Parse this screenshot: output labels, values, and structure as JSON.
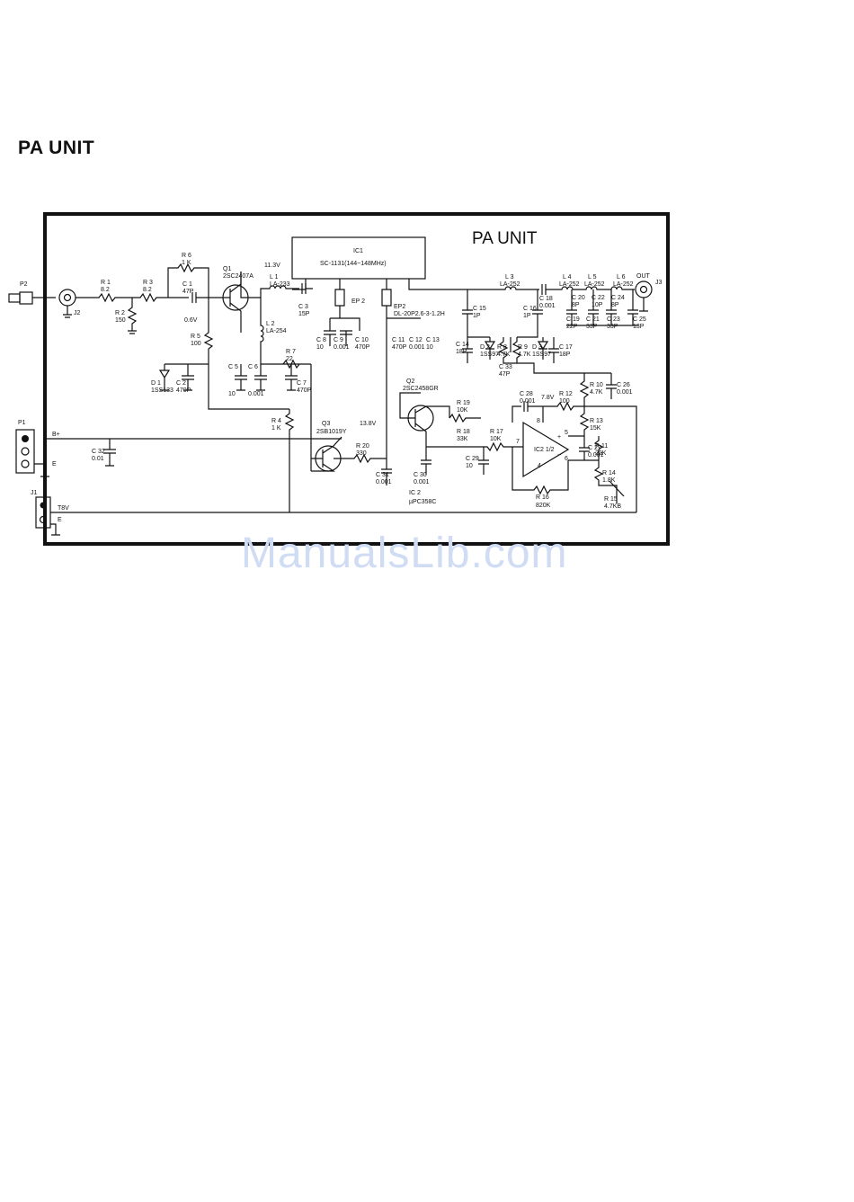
{
  "page": {
    "title": "PA UNIT",
    "watermark": "ManualsLib.com"
  },
  "diagram": {
    "unit_title": "PA UNIT",
    "ic1": {
      "ref": "IC1",
      "part": "SC-1131(144~148MHz)"
    },
    "q1": {
      "ref": "Q1",
      "part": "2SC2407A"
    },
    "q2": {
      "ref": "Q2",
      "part": "2SC2458GR"
    },
    "q3": {
      "ref": "Q3",
      "part": "2SB1019Y"
    },
    "ic2": {
      "ref": "IC 2",
      "part": "µPC358C",
      "inner": "IC2 1/2"
    },
    "ep2": {
      "ref": "EP2",
      "part": "DL-20P2.6-3-1.2H"
    },
    "connectors": {
      "p1": "P1",
      "p2": "P2",
      "j1": "J1",
      "j2": "J2",
      "j3": "J3",
      "out": "OUT",
      "bplus": "B+",
      "e1": "E",
      "e2": "E",
      "t8v": "T8V"
    },
    "voltages": {
      "v113": "11.3V",
      "v06": "0.6V",
      "v138": "13.8V",
      "v78": "7.8V"
    },
    "pins": {
      "p8": "8",
      "p5": "5",
      "p7": "7",
      "p6": "6",
      "p4": "4",
      "plus": "+",
      "minus": "−"
    },
    "components": {
      "r1": "R 1",
      "r1v": "8.2",
      "r2": "R 2",
      "r2v": "150",
      "r3": "R 3",
      "r3v": "8.2",
      "r6": "R 6",
      "r6v": "1 K",
      "c1": "C 1",
      "c1v": "47P",
      "r5": "R 5",
      "r5v": "100",
      "d1": "D 1",
      "d1v": "1SS133",
      "c2": "C 2",
      "c2v": "470P",
      "l1": "L 1",
      "l1v": "LA-233",
      "l2": "L 2",
      "l2v": "LA-254",
      "c3": "C 3",
      "c3v": "15P",
      "c5": "C 5",
      "c5v": "10",
      "c6": "C 6",
      "c6v": "0.001",
      "r7": "R 7",
      "r7v": "22",
      "c7": "C 7",
      "c7v": "470P",
      "c8": "C 8",
      "c8v": "10",
      "c9": "C 9",
      "c9v": "0.001",
      "c10": "C 10",
      "c10v": "470P",
      "c11": "C 11",
      "c11v": "470P",
      "c12": "C 12",
      "c12v": "0.001",
      "c13": "C 13",
      "c13v": "10",
      "ep": "EP 2",
      "l3": "L 3",
      "l3v": "LA-252",
      "c15": "C 15",
      "c15v": "1P",
      "c14": "C 14",
      "c14v": "18P",
      "d2": "D 2",
      "d2v": "1SS97",
      "r8": "R 8",
      "r8v": "4.7K",
      "c33": "C 33",
      "c33v": "47P",
      "r9": "R 9",
      "r9v": "4.7K",
      "d3": "D 3",
      "d3v": "1SS97",
      "c16": "C 16",
      "c16v": "1P",
      "c17": "C 17",
      "c17v": "18P",
      "c18": "C 18",
      "c18v": "0.001",
      "l4": "L 4",
      "l4v": "LA-252",
      "l5": "L 5",
      "l5v": "LA-252",
      "l6": "L 6",
      "l6v": "LA-252",
      "c19": "C 19",
      "c19v": "22P",
      "c20": "C 20",
      "c20v": "8P",
      "c21": "C 21",
      "c21v": "33P",
      "c22": "C 22",
      "c22v": "10P",
      "c23": "C 23",
      "c23v": "33P",
      "c24": "C 24",
      "c24v": "8P",
      "c25": "C 25",
      "c25v": "13P",
      "r10": "R 10",
      "r10v": "4.7K",
      "c26": "C 26",
      "c26v": "0.001",
      "c28": "C 28",
      "c28v": "0.001",
      "r12": "R 12",
      "r12v": "100",
      "r13": "R 13",
      "r13v": "15K",
      "c27": "C 27",
      "c27v": "0.001",
      "r11": "R 11",
      "r11v": "22K",
      "r14": "R 14",
      "r14v": "1.8K",
      "r15": "R 15",
      "r15v": "4.7KB",
      "r16": "R 16",
      "r16v": "820K",
      "r17": "R 17",
      "r17v": "10K",
      "r18": "R 18",
      "r18v": "33K",
      "r19": "R 19",
      "r19v": "10K",
      "c29": "C 29",
      "c29v": "10",
      "c30": "C 30",
      "c30v": "0.001",
      "c31": "C 31",
      "c31v": "0.001",
      "r20": "R 20",
      "r20v": "330",
      "r4": "R 4",
      "r4v": "1 K",
      "c32": "C 32",
      "c32v": "0.01"
    }
  }
}
